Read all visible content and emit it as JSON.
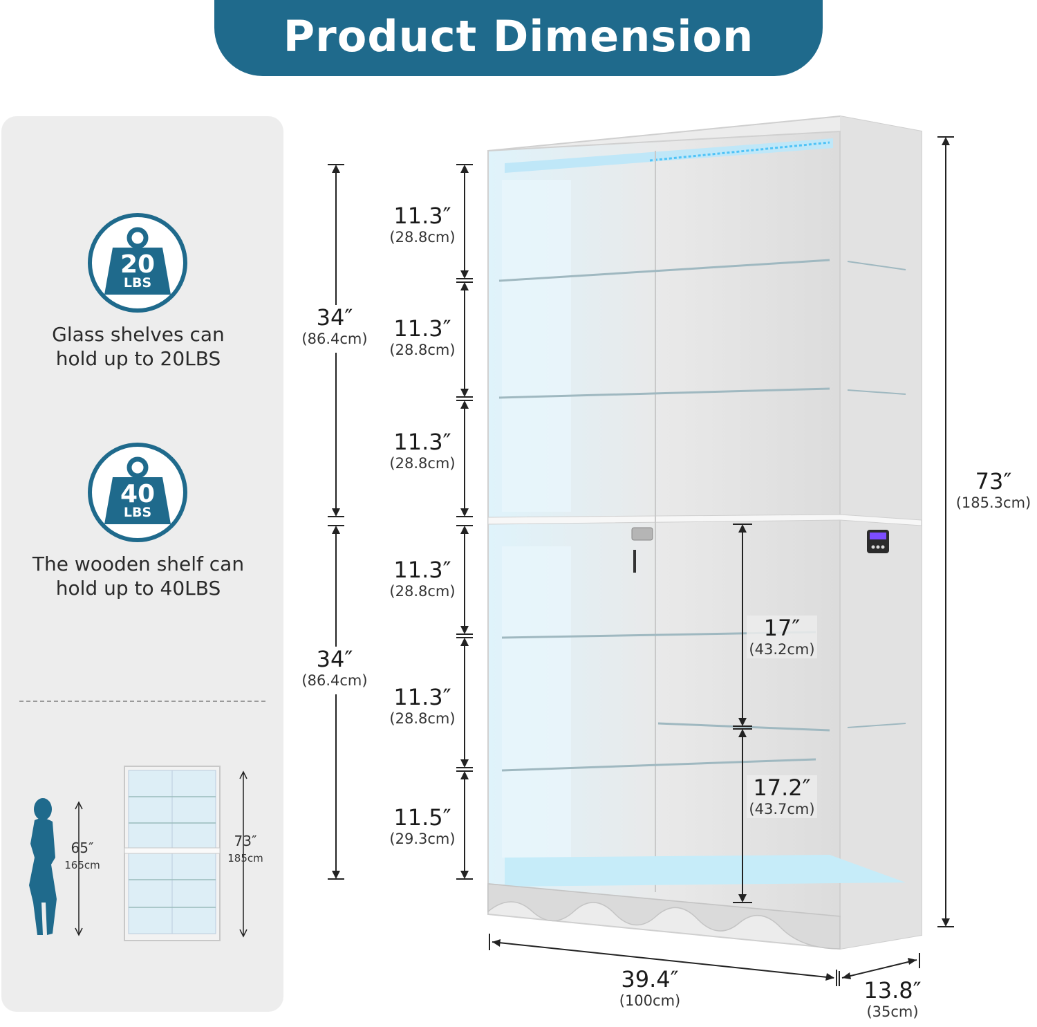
{
  "header": {
    "title": "Product Dimension"
  },
  "features": [
    {
      "weight": "20",
      "unit": "LBS",
      "caption_line1": "Glass shelves can",
      "caption_line2": "hold up to 20LBS"
    },
    {
      "weight": "40",
      "unit": "LBS",
      "caption_line1": "The wooden shelf can",
      "caption_line2": "hold up to 40LBS"
    }
  ],
  "comparison": {
    "person_in": "65″",
    "person_cm": "165cm",
    "cabinet_in": "73″",
    "cabinet_cm": "185cm"
  },
  "dimensions": {
    "sections": [
      {
        "in": "34″",
        "cm": "(86.4cm)"
      },
      {
        "in": "34″",
        "cm": "(86.4cm)"
      }
    ],
    "shelves": [
      {
        "in": "11.3″",
        "cm": "(28.8cm)"
      },
      {
        "in": "11.3″",
        "cm": "(28.8cm)"
      },
      {
        "in": "11.3″",
        "cm": "(28.8cm)"
      },
      {
        "in": "11.3″",
        "cm": "(28.8cm)"
      },
      {
        "in": "11.3″",
        "cm": "(28.8cm)"
      },
      {
        "in": "11.5″",
        "cm": "(29.3cm)"
      }
    ],
    "inner": [
      {
        "in": "17″",
        "cm": "(43.2cm)"
      },
      {
        "in": "17.2″",
        "cm": "(43.7cm)"
      }
    ],
    "height": {
      "in": "73″",
      "cm": "(185.3cm)"
    },
    "width": {
      "in": "39.4″",
      "cm": "(100cm)"
    },
    "depth": {
      "in": "13.8″",
      "cm": "(35cm)"
    }
  },
  "colors": {
    "brand": "#1f6a8c",
    "led": "#4fc3f7"
  }
}
